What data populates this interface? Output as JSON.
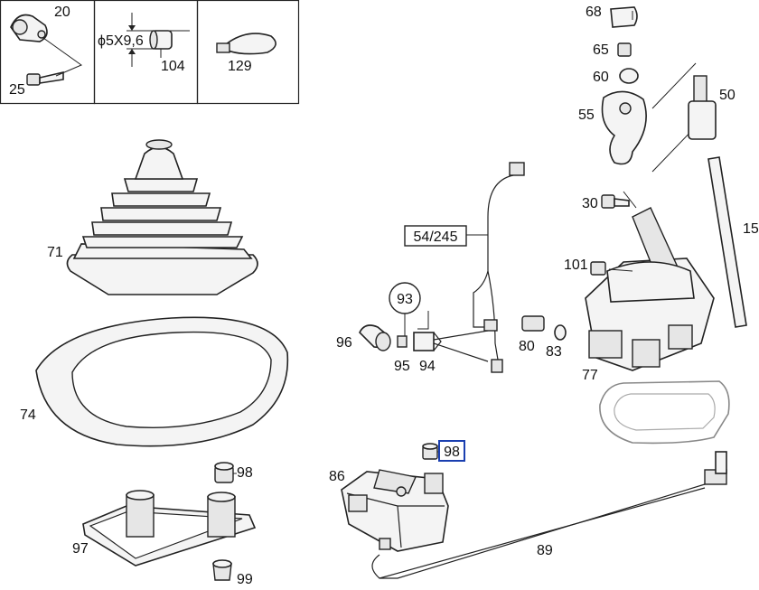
{
  "inset": {
    "dimension": "ϕ5X9,6",
    "labels": [
      "20",
      "25",
      "104",
      "129"
    ]
  },
  "parts": {
    "p68": "68",
    "p65": "65",
    "p60": "60",
    "p55": "55",
    "p50": "50",
    "p30": "30",
    "p15": "15",
    "p101": "101",
    "p77": "77",
    "p80": "80",
    "p83": "83",
    "p71": "71",
    "p74": "74",
    "p96": "96",
    "p95": "95",
    "p94": "94",
    "p93": "93",
    "p54_245": "54/245",
    "p86": "86",
    "p98_selected": "98",
    "p98": "98",
    "p97": "97",
    "p99": "99",
    "p89": "89"
  },
  "highlight_color": "#1a3fb0"
}
